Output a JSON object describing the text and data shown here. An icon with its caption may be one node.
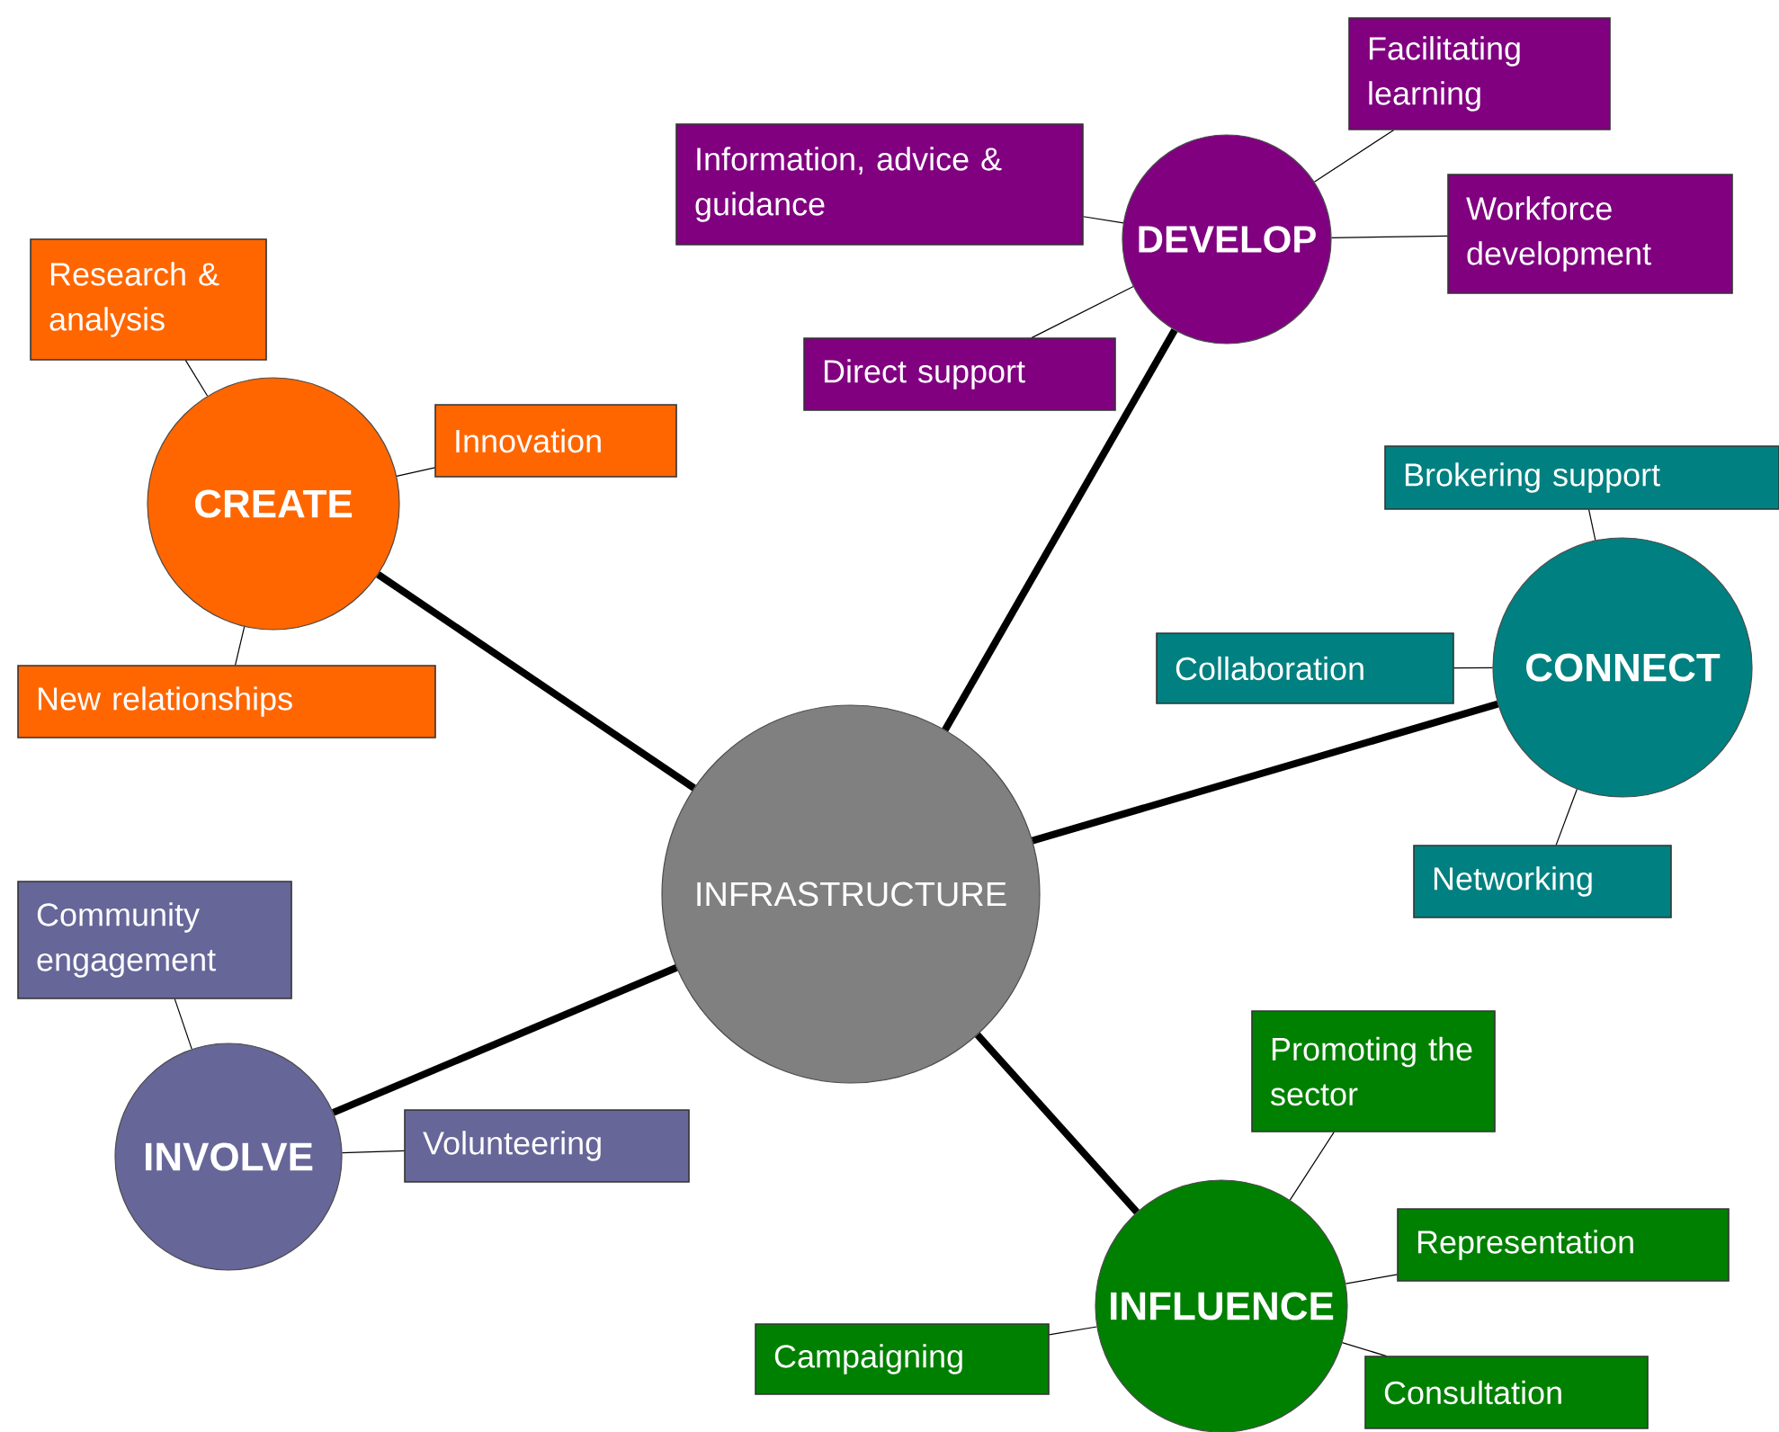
{
  "diagram": {
    "nodes": [
      {
        "text": [
          "INFRASTRUCTURE"
        ]
      },
      {
        "text": [
          "CREATE"
        ]
      },
      {
        "text": [
          "Research & analysis"
        ]
      },
      {
        "text": [
          "Innovation"
        ]
      },
      {
        "text": [
          "New relationships"
        ]
      },
      {
        "text": [
          "DEVELOP"
        ]
      },
      {
        "text": [
          "Facilitating learning"
        ]
      },
      {
        "text": [
          "Information, advice & guidance"
        ]
      },
      {
        "text": [
          "Workforce development"
        ]
      },
      {
        "text": [
          "Direct support"
        ]
      },
      {
        "text": [
          "CONNECT"
        ]
      },
      {
        "text": [
          "Brokering support"
        ]
      },
      {
        "text": [
          "Collaboration"
        ]
      },
      {
        "text": [
          "Networking"
        ]
      },
      {
        "text": [
          "INFLUENCE"
        ]
      },
      {
        "text": [
          "Promoting the sector"
        ]
      },
      {
        "text": [
          "Representation"
        ]
      },
      {
        "text": [
          "Campaigning"
        ]
      },
      {
        "text": [
          "Consultation"
        ]
      },
      {
        "text": [
          "INVOLVE"
        ]
      },
      {
        "text": [
          "Community engagement"
        ]
      },
      {
        "text": [
          "Volunteering"
        ]
      }
    ],
    "edges": [
      {
        "from": 0,
        "to": 1,
        "arrow": "none",
        "style": "thick"
      },
      {
        "from": 0,
        "to": 5,
        "arrow": "none",
        "style": "thick"
      },
      {
        "from": 0,
        "to": 10,
        "arrow": "none",
        "style": "thick"
      },
      {
        "from": 0,
        "to": 14,
        "arrow": "none",
        "style": "thick"
      },
      {
        "from": 0,
        "to": 19,
        "arrow": "none",
        "style": "thick"
      },
      {
        "from": 1,
        "to": 2,
        "arrow": "none"
      },
      {
        "from": 1,
        "to": 3,
        "arrow": "none"
      },
      {
        "from": 1,
        "to": 4,
        "arrow": "none"
      },
      {
        "from": 5,
        "to": 6,
        "arrow": "none"
      },
      {
        "from": 5,
        "to": 7,
        "arrow": "none"
      },
      {
        "from": 5,
        "to": 8,
        "arrow": "none"
      },
      {
        "from": 5,
        "to": 9,
        "arrow": "none"
      },
      {
        "from": 10,
        "to": 11,
        "arrow": "none"
      },
      {
        "from": 10,
        "to": 12,
        "arrow": "none"
      },
      {
        "from": 10,
        "to": 13,
        "arrow": "none"
      },
      {
        "from": 14,
        "to": 15,
        "arrow": "none"
      },
      {
        "from": 14,
        "to": 16,
        "arrow": "none"
      },
      {
        "from": 14,
        "to": 17,
        "arrow": "none"
      },
      {
        "from": 14,
        "to": 18,
        "arrow": "none"
      },
      {
        "from": 19,
        "to": 20,
        "arrow": "none"
      },
      {
        "from": 19,
        "to": 21,
        "arrow": "none"
      }
    ]
  }
}
